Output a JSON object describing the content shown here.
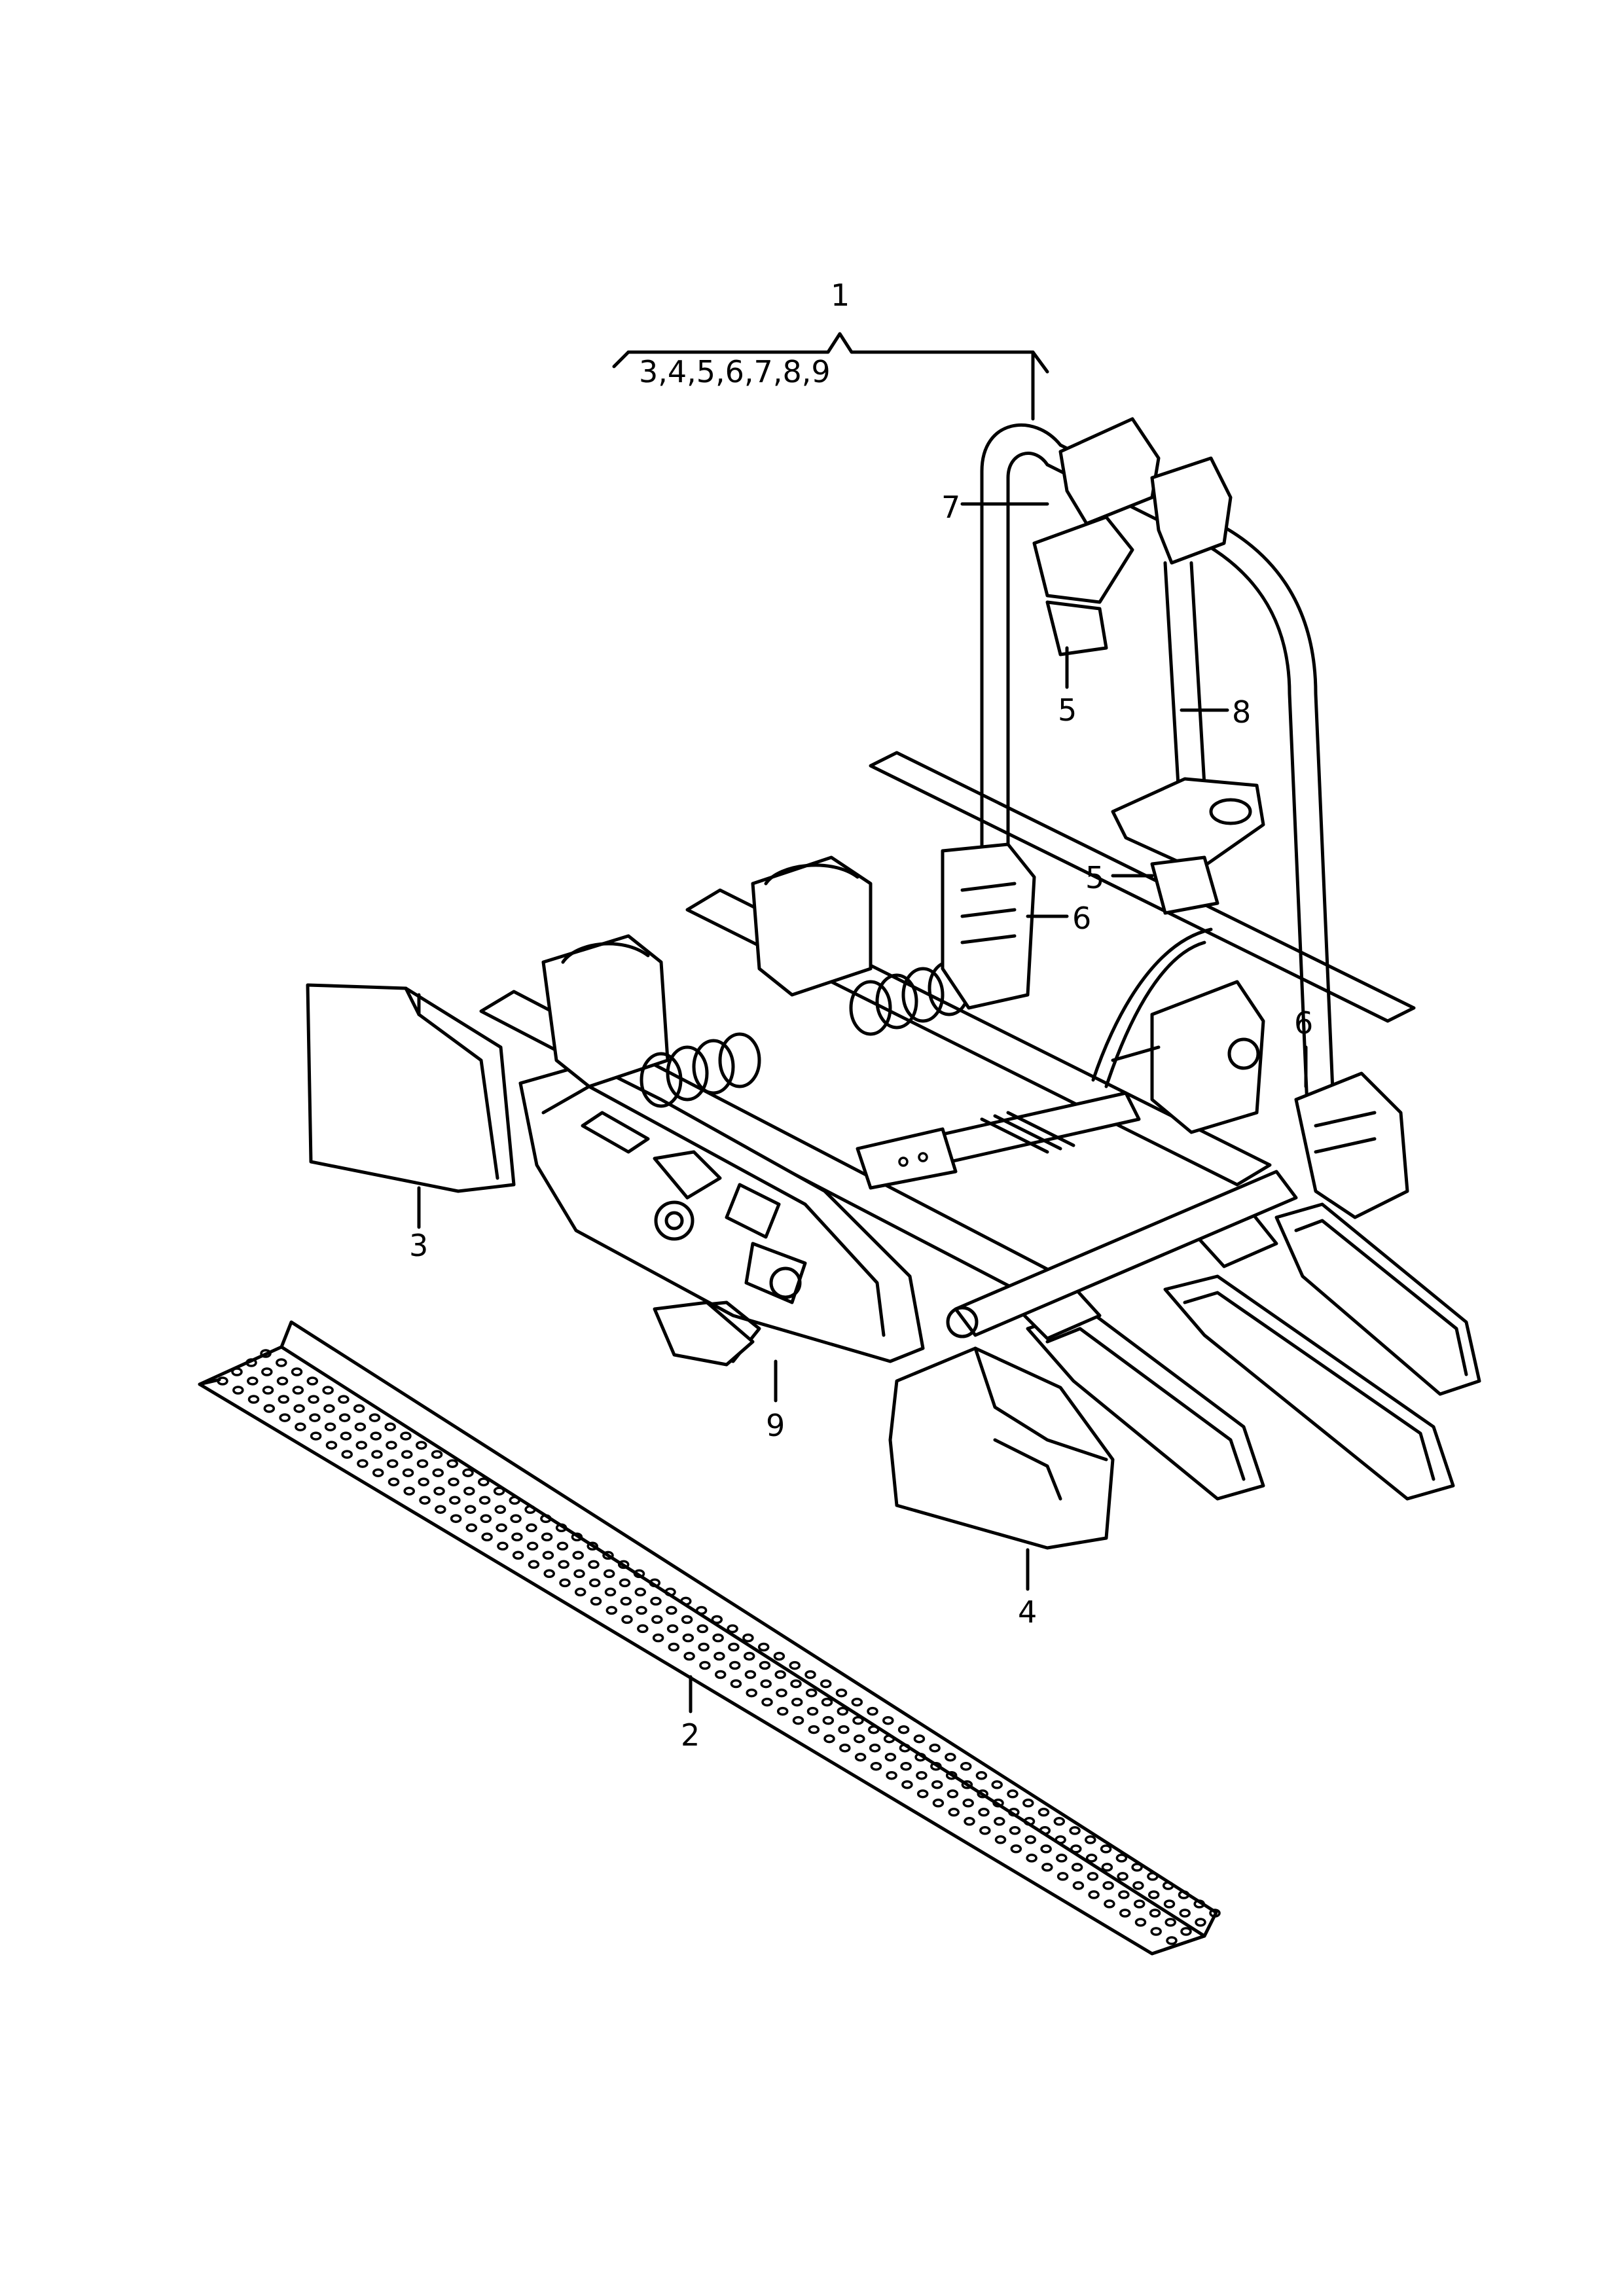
{
  "diagram": {
    "group_label": "1",
    "group_contents": "3,4,5,6,7,8,9",
    "callouts": [
      {
        "id": "callout-2",
        "text": "2"
      },
      {
        "id": "callout-3",
        "text": "3"
      },
      {
        "id": "callout-4",
        "text": "4"
      },
      {
        "id": "callout-5a",
        "text": "5"
      },
      {
        "id": "callout-5b",
        "text": "5"
      },
      {
        "id": "callout-6a",
        "text": "6"
      },
      {
        "id": "callout-6b",
        "text": "6"
      },
      {
        "id": "callout-7",
        "text": "7"
      },
      {
        "id": "callout-8",
        "text": "8"
      },
      {
        "id": "callout-9",
        "text": "9"
      }
    ]
  }
}
